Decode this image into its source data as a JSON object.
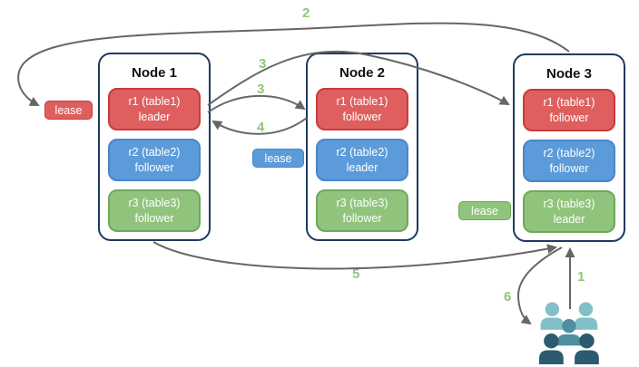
{
  "diagram": {
    "nodes": [
      {
        "title": "Node 1",
        "replicas": [
          {
            "name": "r1 (table1)",
            "role": "leader",
            "color": "#df5f5f"
          },
          {
            "name": "r2 (table2)",
            "role": "follower",
            "color": "#5c9bd9"
          },
          {
            "name": "r3 (table3)",
            "role": "follower",
            "color": "#90c47c"
          }
        ]
      },
      {
        "title": "Node 2",
        "replicas": [
          {
            "name": "r1 (table1)",
            "role": "follower",
            "color": "#df5f5f"
          },
          {
            "name": "r2 (table2)",
            "role": "leader",
            "color": "#5c9bd9"
          },
          {
            "name": "r3 (table3)",
            "role": "follower",
            "color": "#90c47c"
          }
        ]
      },
      {
        "title": "Node 3",
        "replicas": [
          {
            "name": "r1 (table1)",
            "role": "follower",
            "color": "#df5f5f"
          },
          {
            "name": "r2 (table2)",
            "role": "follower",
            "color": "#5c9bd9"
          },
          {
            "name": "r3 (table3)",
            "role": "leader",
            "color": "#90c47c"
          }
        ]
      }
    ],
    "leases": [
      {
        "label": "lease",
        "color": "#df5f5f"
      },
      {
        "label": "lease",
        "color": "#5c9bd9"
      },
      {
        "label": "lease",
        "color": "#90c47c"
      }
    ],
    "flow_labels": {
      "step1": "1",
      "step2": "2",
      "step3a": "3",
      "step3b": "3",
      "step4": "4",
      "step5": "5",
      "step6": "6"
    },
    "icons": {
      "users_group": "users-group-icon"
    },
    "colors": {
      "arrow": "#666666",
      "label_green": "#93c47d",
      "node_border": "#1d3a5f",
      "red": "#df5f5f",
      "blue": "#5c9bd9",
      "green": "#90c47c",
      "people_light": "#82c0c7",
      "people_mid": "#4f8fa0",
      "people_dark": "#2b5b6e"
    }
  }
}
